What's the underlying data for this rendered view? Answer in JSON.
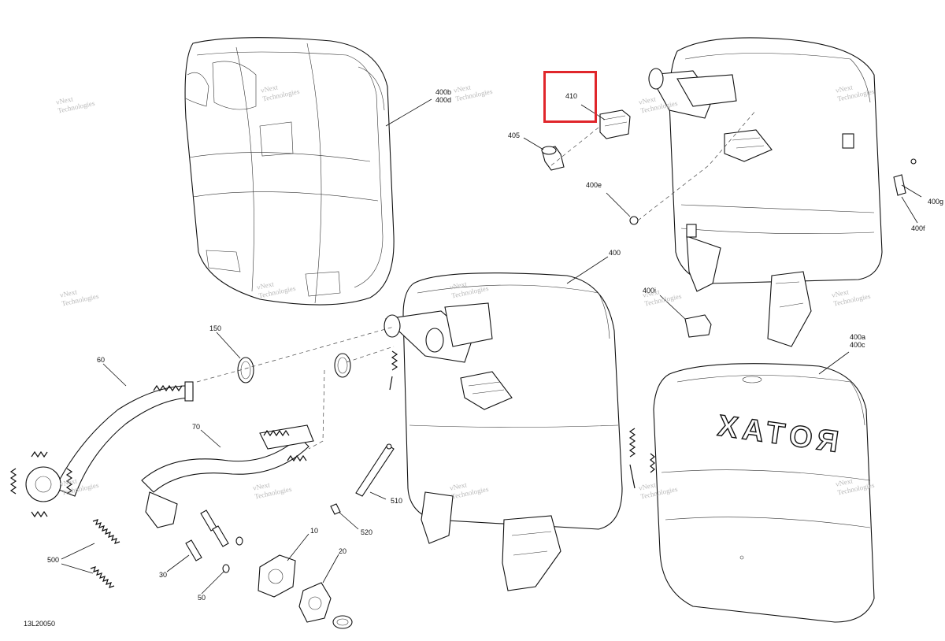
{
  "drawing_code": "13L20050",
  "highlight": {
    "part": "410",
    "color": "#e0262b"
  },
  "watermark": {
    "line1": "vNext",
    "line2": "Technologies"
  },
  "callouts": {
    "c400b": "400b",
    "c400d": "400d",
    "c410": "410",
    "c405": "405",
    "c400e": "400e",
    "c400g": "400g",
    "c400f": "400f",
    "c400": "400",
    "c400i": "400i",
    "c400a": "400a",
    "c400c": "400c",
    "c150": "150",
    "c60": "60",
    "c70": "70",
    "c510": "510",
    "c520": "520",
    "c10": "10",
    "c20": "20",
    "c30": "30",
    "c50": "50",
    "c500": "500"
  },
  "emboss_text": "ROTAX"
}
